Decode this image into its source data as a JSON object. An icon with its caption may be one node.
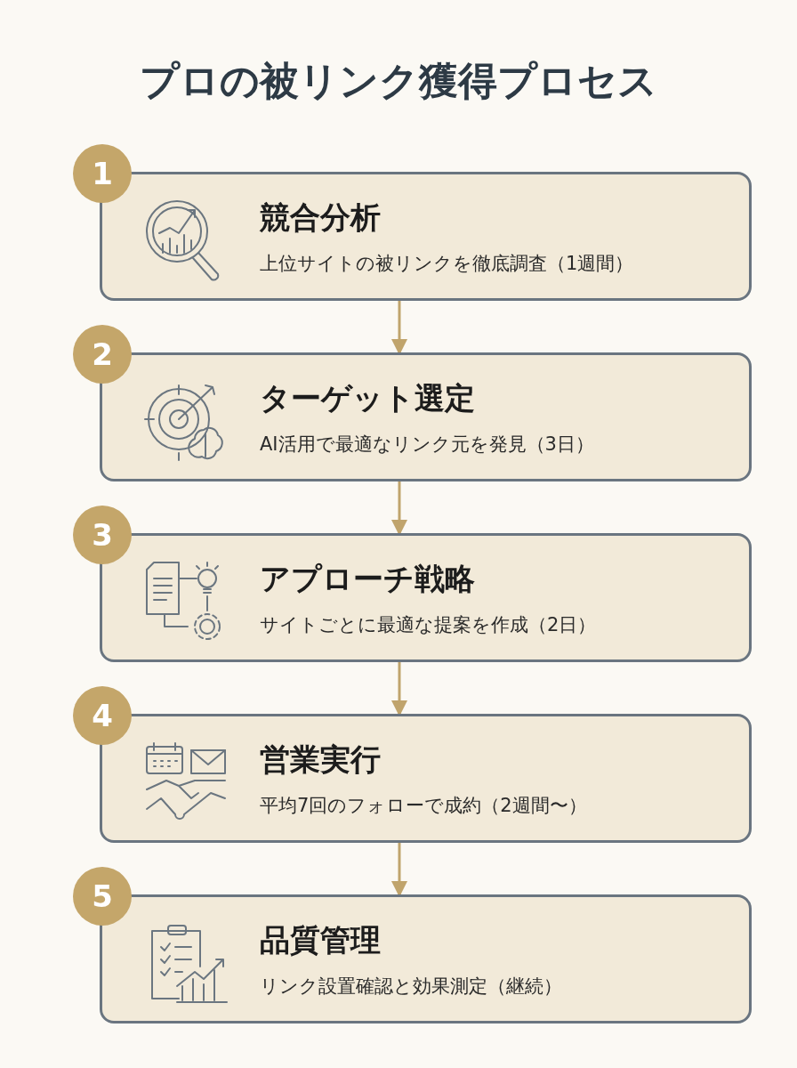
{
  "diagram": {
    "title": "プロの被リンク獲得プロセス",
    "nodes": [
      {
        "text": [
          "1",
          "競合分析",
          "上位サイトの被リンクを徹底調査（1週間）"
        ]
      },
      {
        "text": [
          "2",
          "ターゲット選定",
          "AI活用で最適なリンク元を発見（3日）"
        ]
      },
      {
        "text": [
          "3",
          "アプローチ戦略",
          "サイトごとに最適な提案を作成（2日）"
        ]
      },
      {
        "text": [
          "4",
          "営業実行",
          "平均7回のフォローで成約（2週間〜）"
        ]
      },
      {
        "text": [
          "5",
          "品質管理",
          "リンク設置確認と効果測定（継続）"
        ]
      }
    ],
    "edges": [
      {
        "from": 0,
        "to": 1,
        "arrow": "to"
      },
      {
        "from": 1,
        "to": 2,
        "arrow": "to"
      },
      {
        "from": 2,
        "to": 3,
        "arrow": "to"
      },
      {
        "from": 3,
        "to": 4,
        "arrow": "to"
      }
    ]
  }
}
